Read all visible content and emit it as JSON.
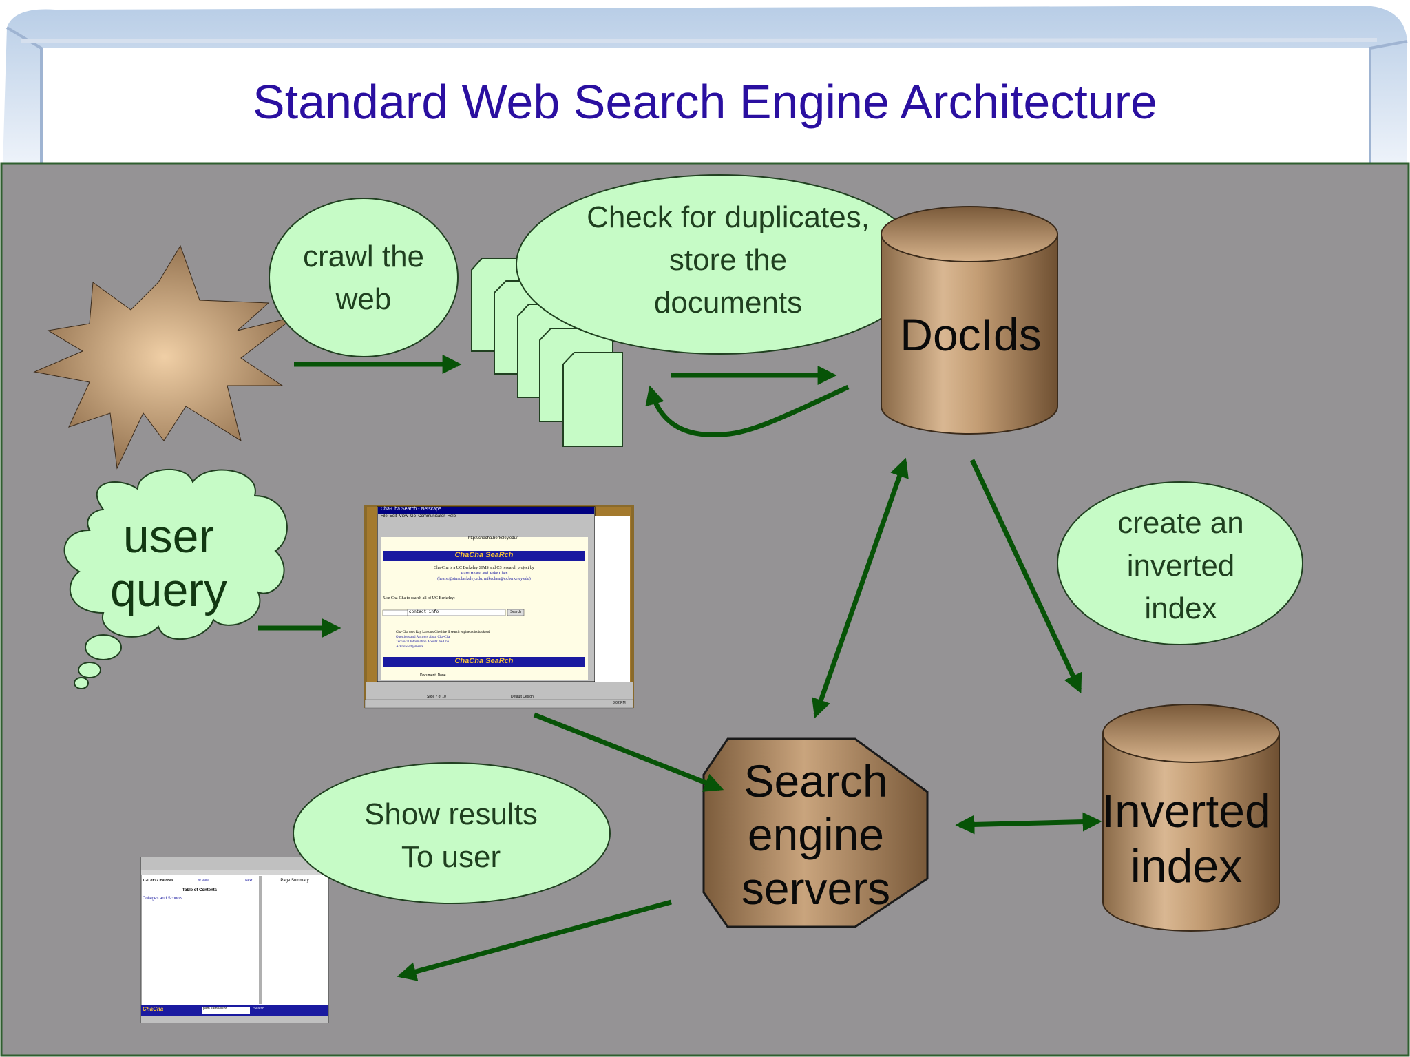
{
  "title": "Standard Web Search Engine Architecture",
  "bubbles": {
    "crawl": [
      "crawl the",
      "web"
    ],
    "check": [
      "Check for duplicates,",
      "store the",
      "documents"
    ],
    "inverted": [
      "create an",
      "inverted",
      "index"
    ],
    "show": [
      "Show results",
      "To user"
    ],
    "query": [
      "user",
      "query"
    ]
  },
  "nodes": {
    "docids": "DocIds",
    "inverted_index": [
      "Inverted",
      "index"
    ],
    "search_servers": [
      "Search",
      "engine",
      "servers"
    ]
  },
  "screenshots": {
    "search_page": {
      "window_title": "Cha-Cha Search - Netscape",
      "menu": "File  Edit  View  Go  Communicator  Help",
      "location": "http://chacha.berkeley.edu/",
      "banner": "ChaCha SeaRch",
      "intro": "Cha-Cha is a UC Berkeley SIMS and CS research project by",
      "authors": "Marti Hearst and Mike Chen",
      "emails": "(hearst@sims.berkeley.edu, mikechen@cs.berkeley.edu)",
      "use_line": "Use Cha-Cha to search all of UC Berkeley:",
      "query_value": "contact info",
      "search_button": "Search",
      "links": [
        "Cha-Cha uses Ray Larson's Cheshire II search engine as its backend",
        "Questions and Answers about Cha-Cha",
        "Technical Information About Cha-Cha",
        "Acknowledgements"
      ],
      "footer_banner": "ChaCha SeaRch",
      "status": "Document: Done",
      "slide_status": "Slide 7 of 10",
      "design": "Default Design",
      "clock": "3:02 PM"
    },
    "results_page": {
      "matches": "1-20 of 97 matches",
      "next": "Next",
      "list_view": "List View",
      "toc": "Table of Contents",
      "page_summary": "Page Summary",
      "section": "Colleges and Schools",
      "banner": "ChaCha",
      "query_value": "pam samuelson",
      "search_button": "Search"
    }
  },
  "colors": {
    "panel": "#959395",
    "bubble_fill": "#c6fbc6",
    "arrow": "#075307",
    "title": "#2a0fa0",
    "cylinder": "#a07f5c"
  }
}
